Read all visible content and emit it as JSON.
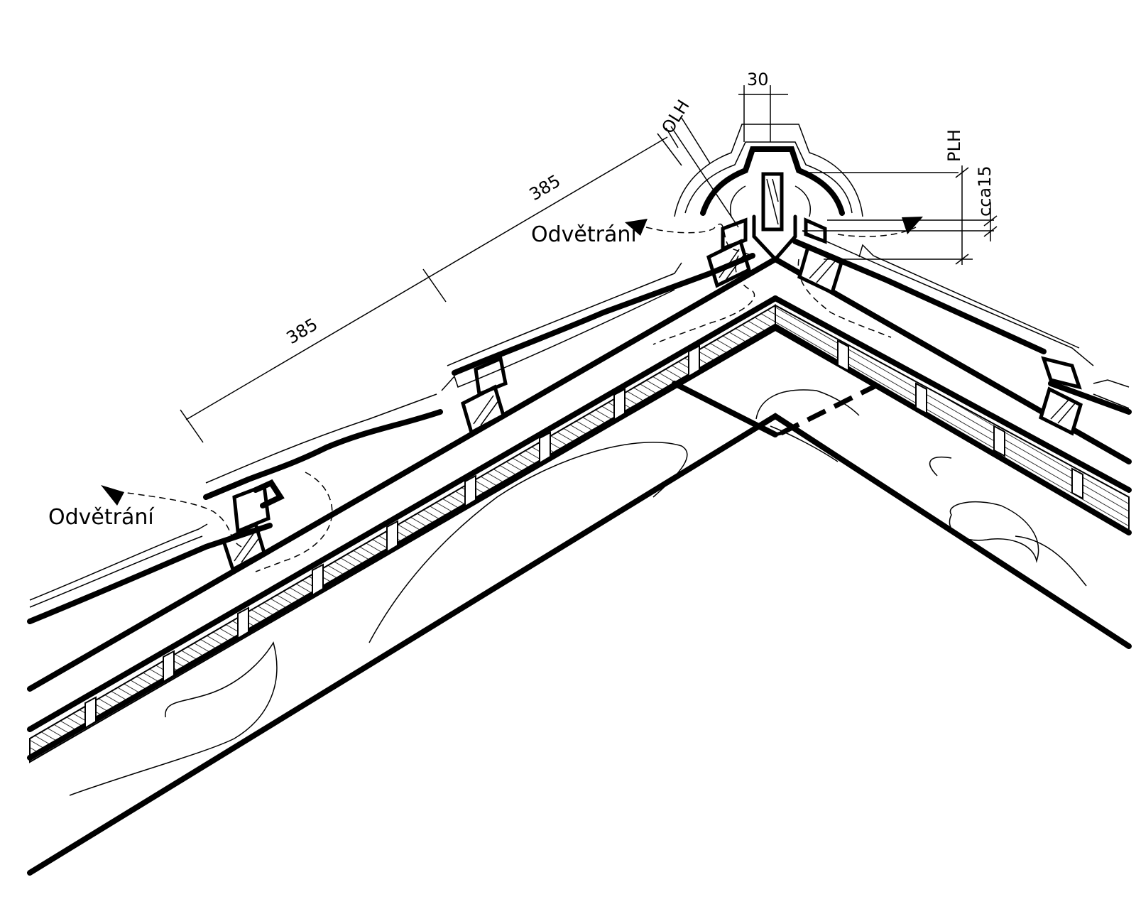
{
  "labels": {
    "ventilation_left": "Odvětrání",
    "ventilation_right": "Odvětrání"
  },
  "dimensions": {
    "batten_spacing_lower": "385",
    "batten_spacing_upper": "385",
    "ridge_width": "30",
    "olh": "OLH",
    "plh": "PLH",
    "ridge_clearance": "cca15"
  }
}
